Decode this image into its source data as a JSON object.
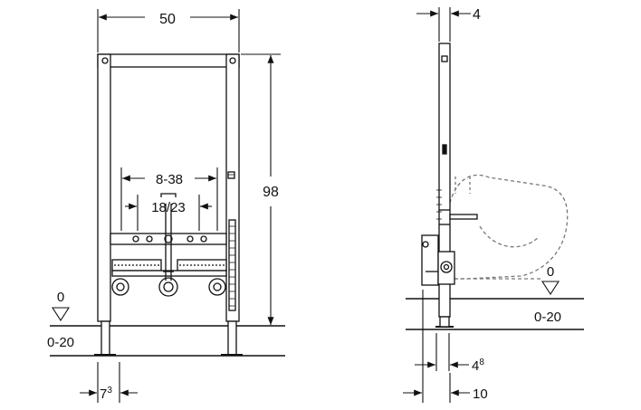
{
  "front_view": {
    "width_label": "50",
    "height_label": "98",
    "inner_span_label": "8-38",
    "inner_span2_label": "18/23",
    "floor_zero_label": "0",
    "floor_range_label": "0-20",
    "leg_label_main": "7",
    "leg_label_sup": "3"
  },
  "side_view": {
    "top_label": "4",
    "floor_zero_label": "0",
    "floor_range_label": "0-20",
    "bottom_label1_main": "4",
    "bottom_label1_sup": "8",
    "bottom_label2": "10"
  },
  "colors": {
    "line": "#111111",
    "dashed": "#777777"
  }
}
